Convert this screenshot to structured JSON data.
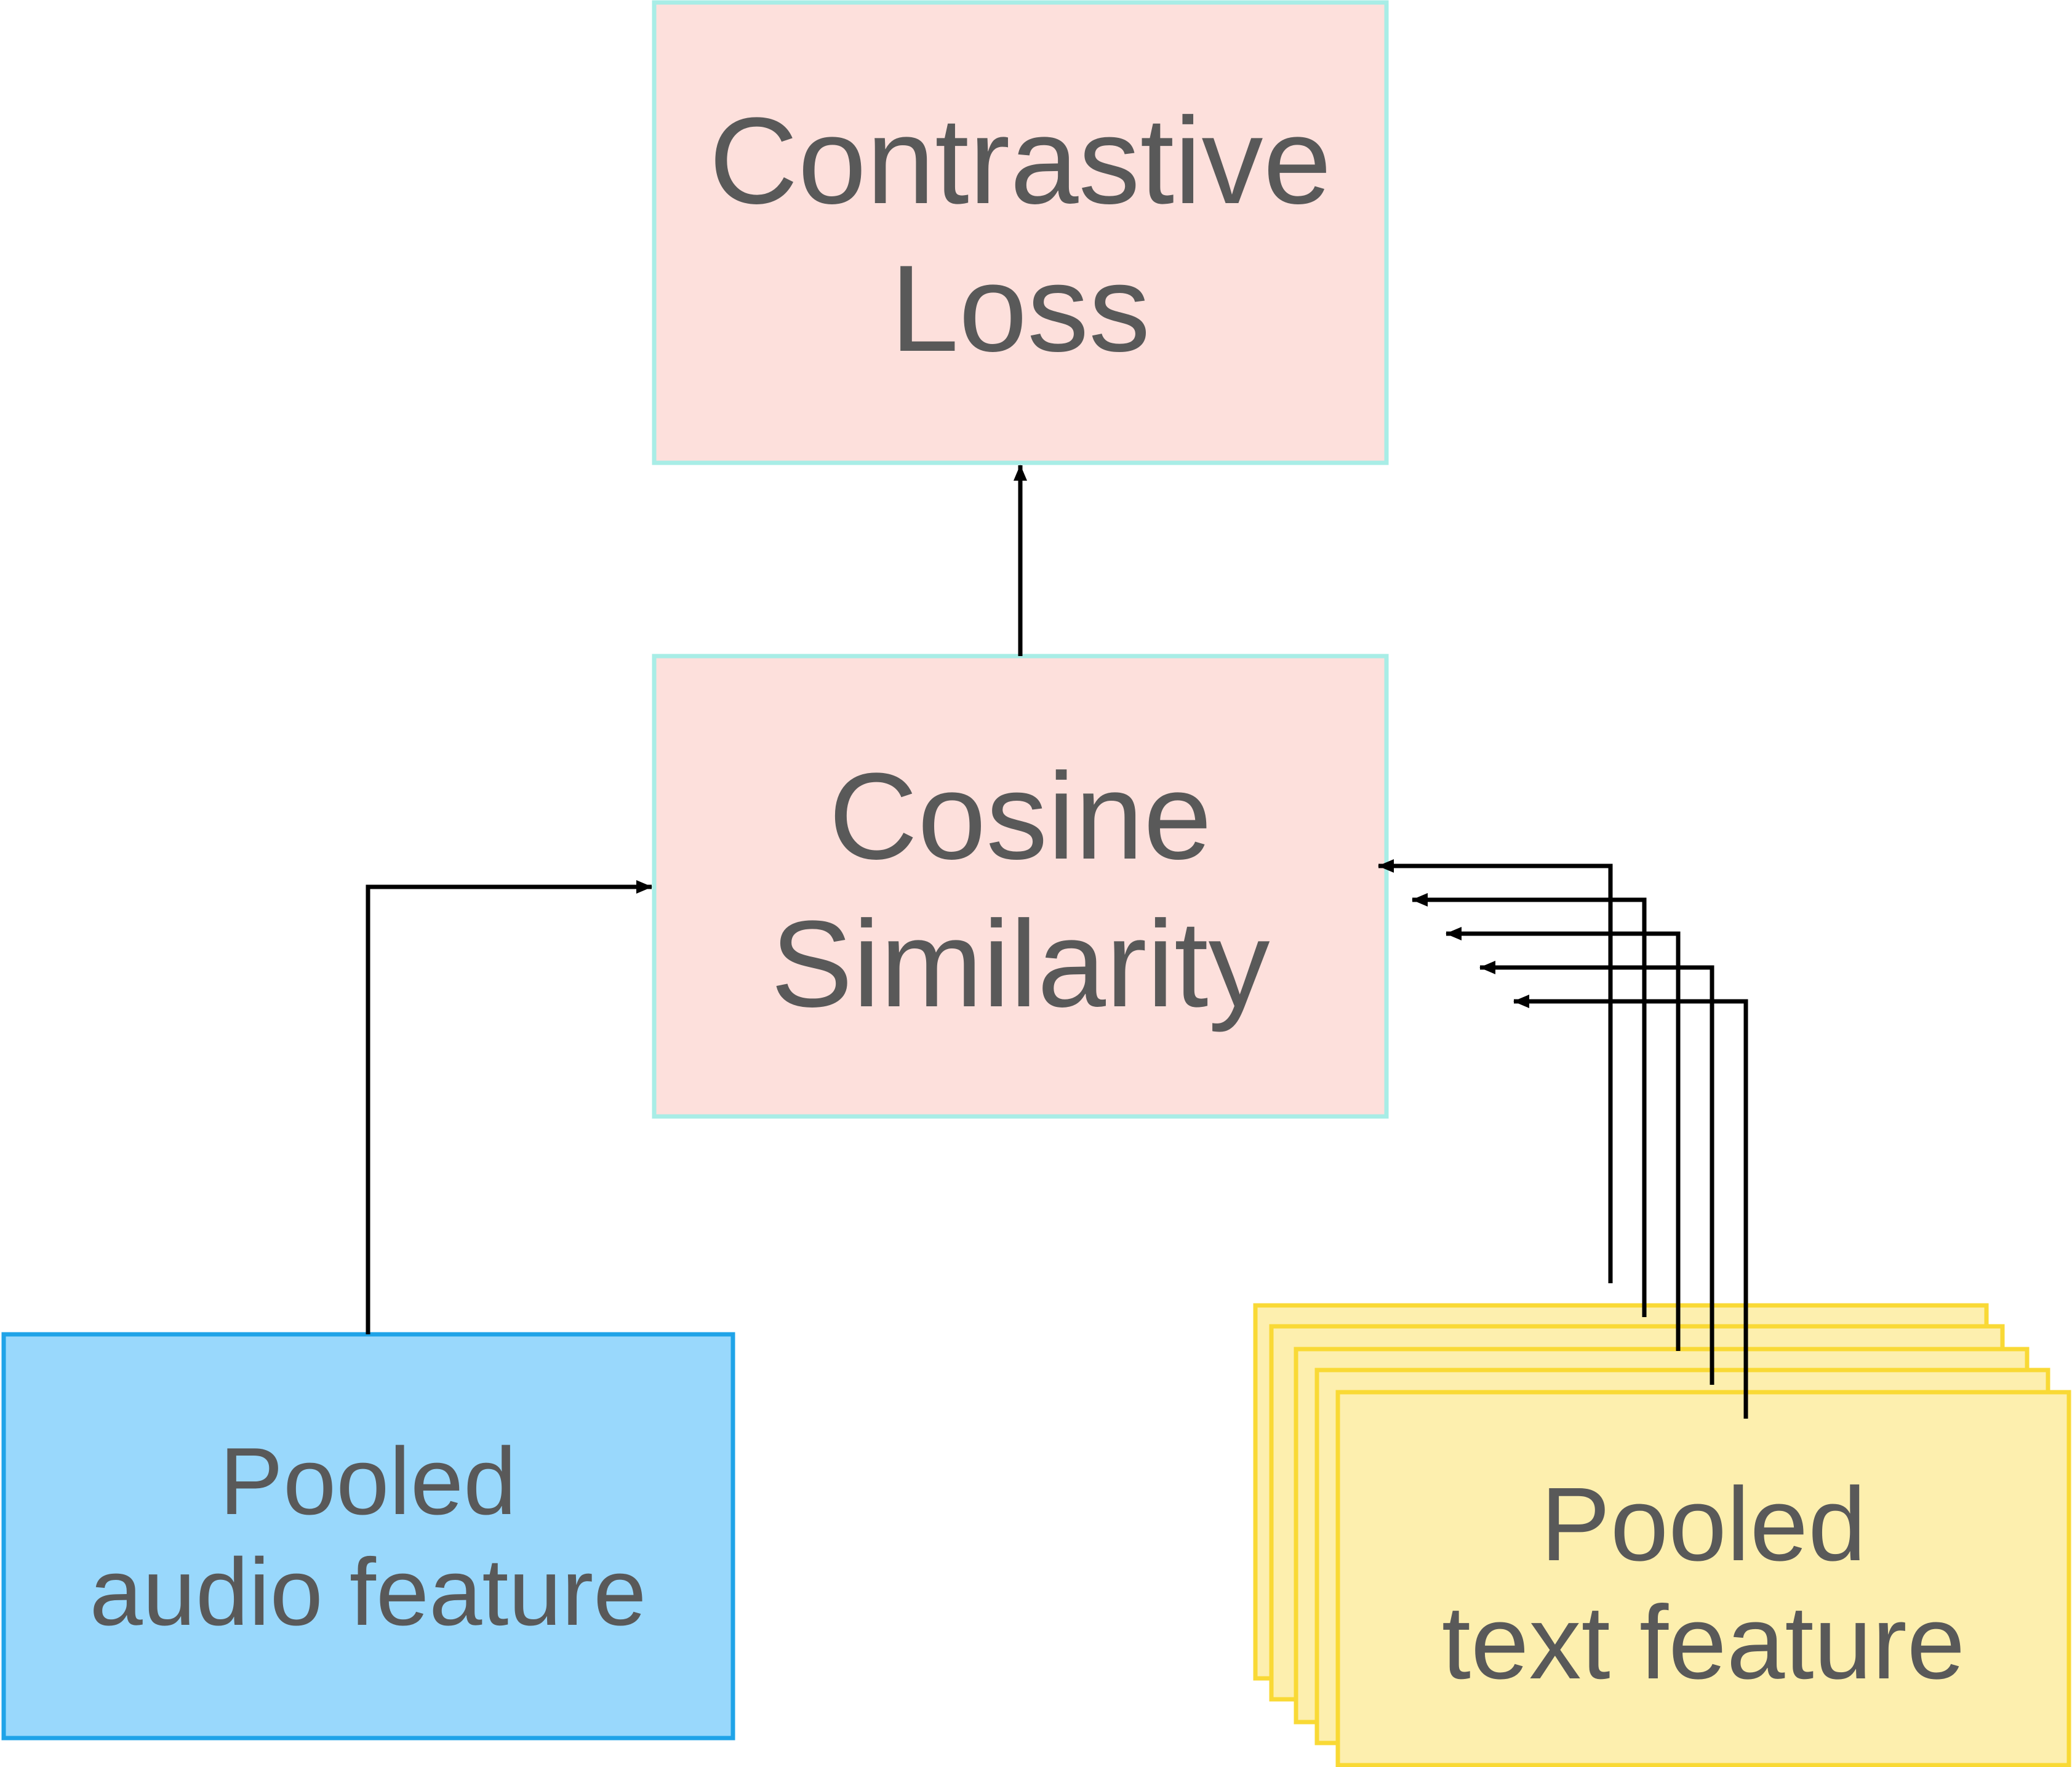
{
  "diagram": {
    "nodes": {
      "contrastive_loss": {
        "lines": [
          "Contrastive",
          "Loss"
        ]
      },
      "cosine_similarity": {
        "lines": [
          "Cosine",
          "Similarity"
        ]
      },
      "pooled_audio": {
        "lines": [
          "Pooled",
          "audio feature"
        ]
      },
      "pooled_text": {
        "lines": [
          "Pooled",
          "text feature"
        ],
        "stack_count": 5
      }
    },
    "edges": [
      {
        "from": "cosine_similarity",
        "to": "contrastive_loss"
      },
      {
        "from": "pooled_audio",
        "to": "cosine_similarity"
      },
      {
        "from": "pooled_text",
        "to": "cosine_similarity",
        "count": 5
      }
    ],
    "colors": {
      "loss_fill": "#FDE0DC",
      "loss_border": "#A8EDE6",
      "audio_fill": "#99D8FC",
      "audio_border": "#1FA3E8",
      "text_fill": "#FDEFAE",
      "text_border": "#F9D935",
      "label_text": "#595959",
      "arrow": "#000000"
    }
  }
}
